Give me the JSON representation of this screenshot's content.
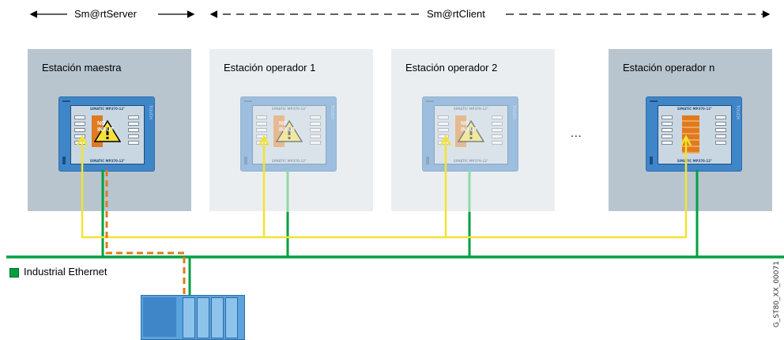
{
  "header": {
    "server_label": "Sm@rtServer",
    "client_label": "Sm@rtClient"
  },
  "stations": [
    {
      "label": "Estación maestra"
    },
    {
      "label": "Estación operador 1"
    },
    {
      "label": "Estación operador 2"
    },
    {
      "label": "Estación operador n"
    }
  ],
  "panel": {
    "model": "SIMATIC MP370-12\"",
    "touch": "TOUCH",
    "no_input": "NO INPUT"
  },
  "ellipsis": "...",
  "legend": {
    "label": "Industrial Ethernet",
    "color": "#00a040"
  },
  "colors": {
    "yellow_link": "#f2e332",
    "orange_link": "#e07a1e",
    "ethernet": "#00a040",
    "station_bg": "#b8c5cf",
    "client_bg": "#ebeef1"
  },
  "doc_id": "G_ST80_XX_00071"
}
